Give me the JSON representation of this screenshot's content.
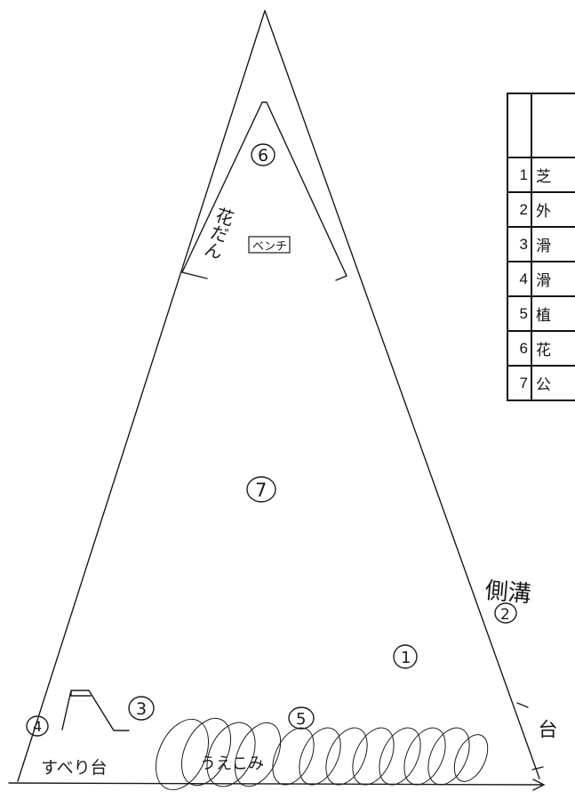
{
  "labels": {
    "flowerbed": "花だん",
    "bench": "ベンチ",
    "ditch": "側溝",
    "slide": "すべり台",
    "shrubs": "うえこみ",
    "edge_mark": "台"
  },
  "markers": {
    "m1": "1",
    "m2": "2",
    "m3": "3",
    "m4": "4",
    "m5": "5",
    "m6": "6",
    "m7": "7"
  },
  "legend": {
    "rows": [
      {
        "num": "1",
        "label": "芝"
      },
      {
        "num": "2",
        "label": "外"
      },
      {
        "num": "3",
        "label": "滑"
      },
      {
        "num": "4",
        "label": "滑"
      },
      {
        "num": "5",
        "label": "植"
      },
      {
        "num": "6",
        "label": "花"
      },
      {
        "num": "7",
        "label": "公"
      }
    ]
  }
}
